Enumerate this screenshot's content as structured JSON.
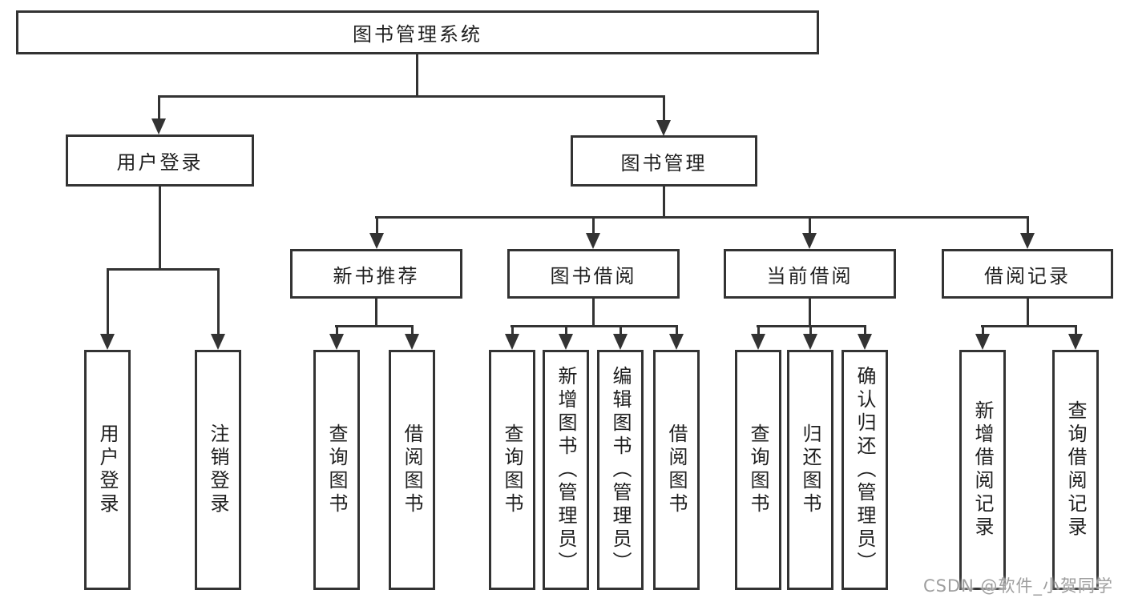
{
  "tree": {
    "root": "图书管理系统",
    "level2": [
      "用户登录",
      "图书管理"
    ],
    "level3": [
      "新书推荐",
      "图书借阅",
      "当前借阅",
      "借阅记录"
    ],
    "leaves": {
      "user_login": [
        "用户登录",
        "注销登录"
      ],
      "new_book_rec": [
        "查询图书",
        "借阅图书"
      ],
      "book_borrow": [
        "查询图书",
        "新增图书（管理员）",
        "编辑图书（管理员）",
        "借阅图书"
      ],
      "current_borrow": [
        "查询图书",
        "归还图书",
        "确认归还（管理员）"
      ],
      "borrow_records": [
        "新增借阅记录",
        "查询借阅记录"
      ]
    }
  },
  "watermark": "CSDN @软件_小贺同学",
  "colors": {
    "line": "#333333",
    "text": "#1f1f1f",
    "watermark": "#9e9e9e",
    "background": "#ffffff"
  }
}
